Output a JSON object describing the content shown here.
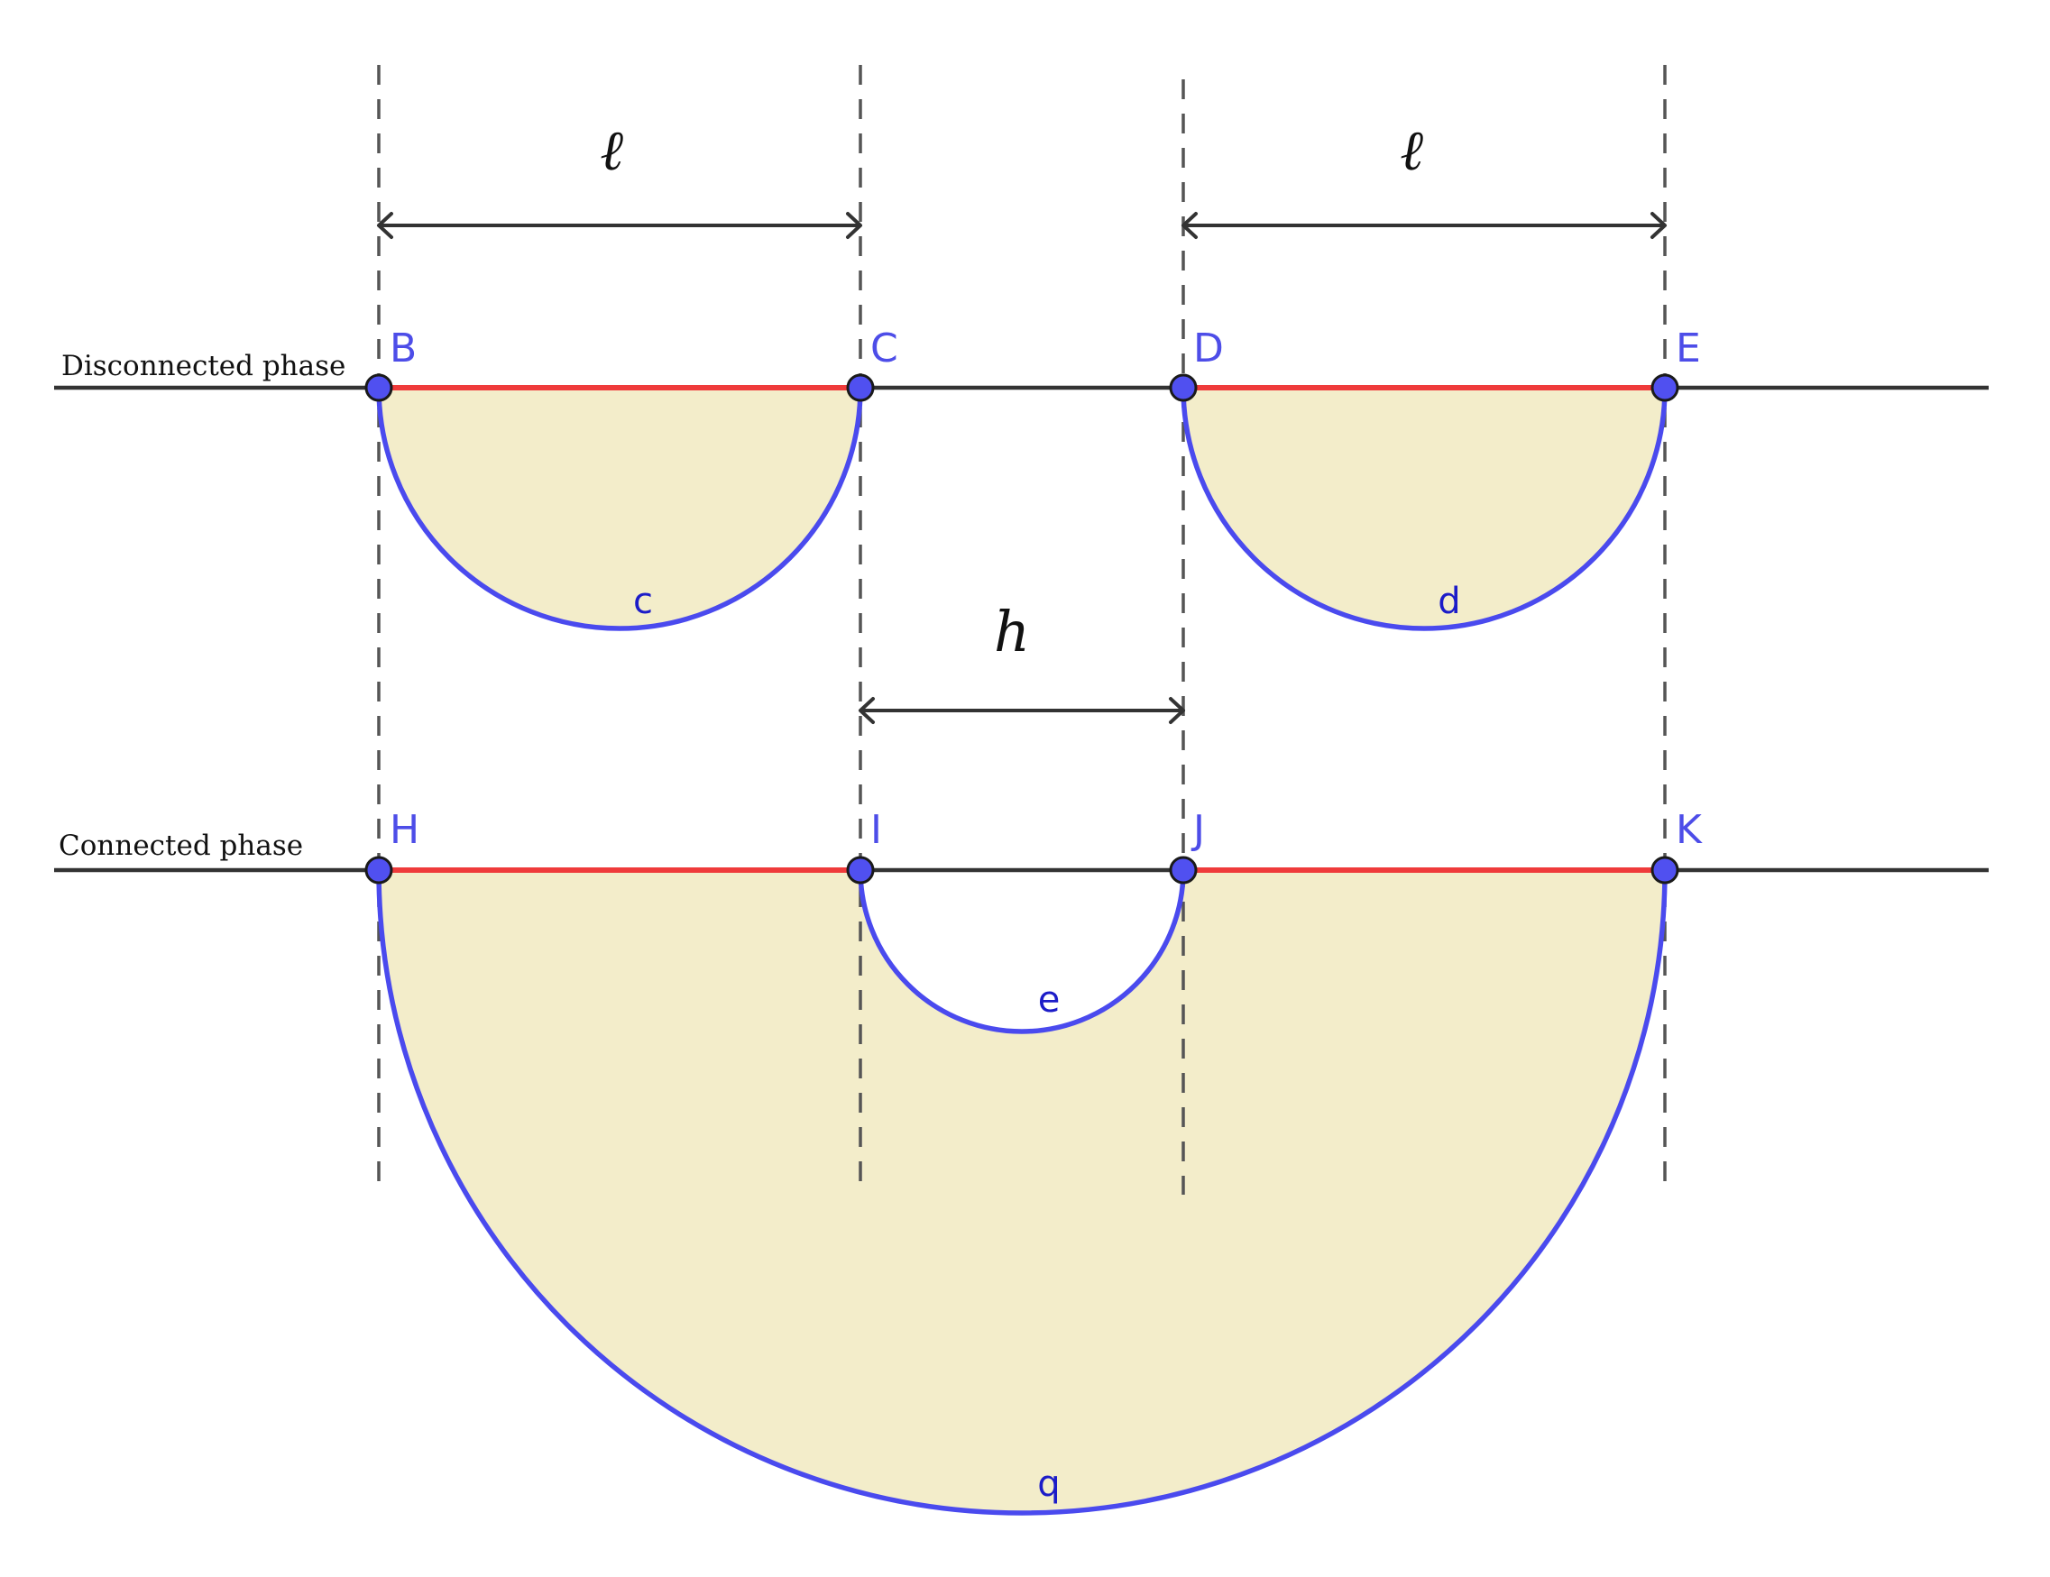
{
  "phases": {
    "disconnected": "Disconnected phase",
    "connected": "Connected phase"
  },
  "dimensions": {
    "left_width": "ℓ",
    "right_width": "ℓ",
    "gap": "h"
  },
  "points": {
    "disconnected": [
      "B",
      "C",
      "D",
      "E"
    ],
    "connected": [
      "H",
      "I",
      "J",
      "K"
    ]
  },
  "curves": {
    "c": "c",
    "d": "d",
    "e": "e",
    "q": "q"
  },
  "colors": {
    "interval": "#ef3b3b",
    "geodesic": "#4a4aee",
    "region_fill": "#f3edca",
    "point_fill": "#5050f0",
    "label": "#4d4de8"
  }
}
